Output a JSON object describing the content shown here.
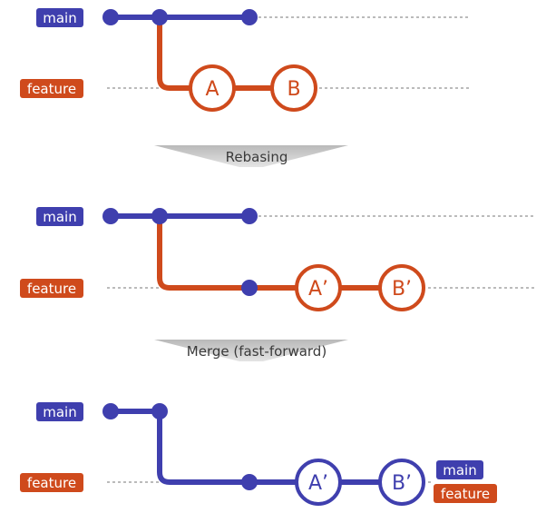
{
  "colors": {
    "main": "#3f3fae",
    "feature": "#cf4a1c",
    "guide": "#777777",
    "banner": "#c8c8c8"
  },
  "stage1": {
    "main_label": "main",
    "feature_label": "feature",
    "commit_a": "A",
    "commit_b": "B"
  },
  "step1": {
    "label": "Rebasing"
  },
  "stage2": {
    "main_label": "main",
    "feature_label": "feature",
    "commit_a": "A’",
    "commit_b": "B’"
  },
  "step2": {
    "label": "Merge (fast-forward)"
  },
  "stage3": {
    "main_label": "main",
    "feature_label": "feature",
    "commit_a": "A’",
    "commit_b": "B’",
    "tip_main_label": "main",
    "tip_feature_label": "feature"
  }
}
